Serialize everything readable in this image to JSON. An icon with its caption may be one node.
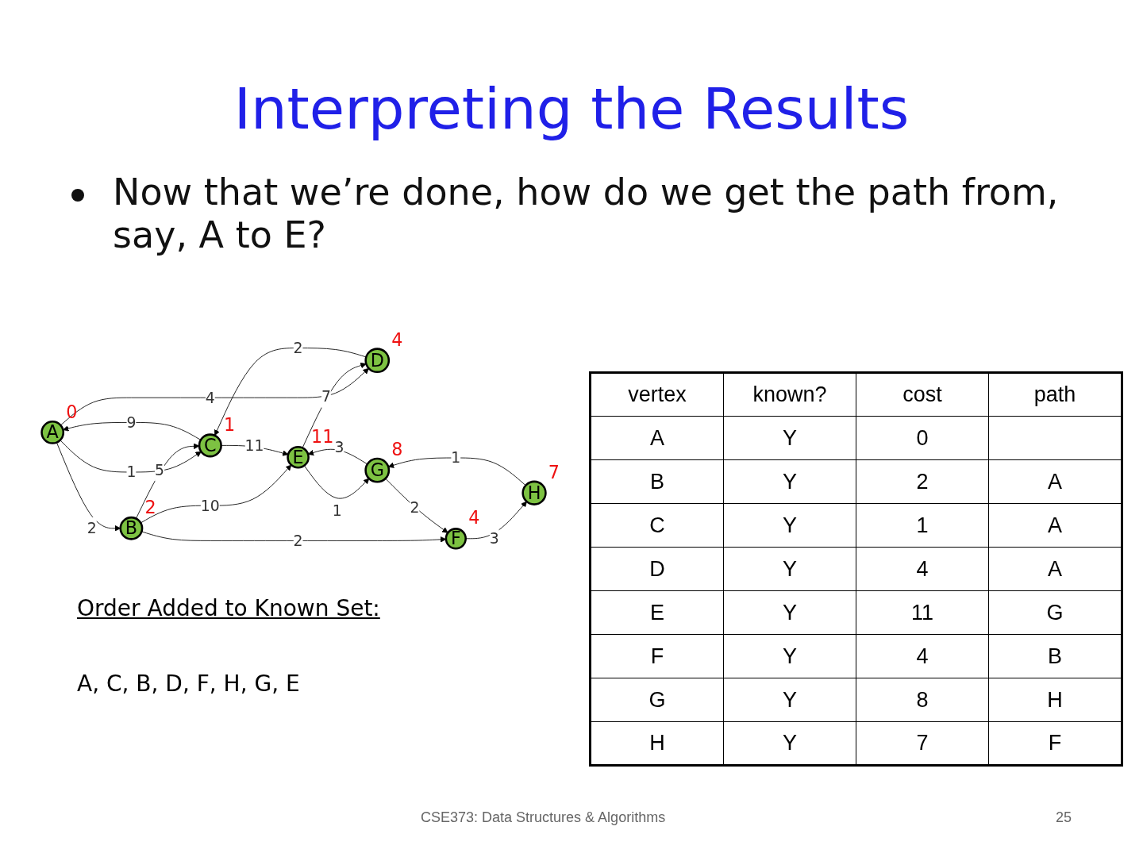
{
  "diagram": {
    "title": "Interpreting the Results",
    "nodes": [
      {
        "text": [
          "A"
        ],
        "beside": [
          "0"
        ]
      },
      {
        "text": [
          "B"
        ],
        "beside": [
          "2"
        ]
      },
      {
        "text": [
          "C"
        ],
        "beside": [
          "1"
        ]
      },
      {
        "text": [
          "D"
        ],
        "beside": [
          "4"
        ]
      },
      {
        "text": [
          "E"
        ],
        "beside": [
          "11"
        ]
      },
      {
        "text": [
          "F"
        ],
        "beside": [
          "4"
        ]
      },
      {
        "text": [
          "G"
        ],
        "beside": [
          "8"
        ]
      },
      {
        "text": [
          "H"
        ],
        "beside": [
          "7"
        ]
      }
    ],
    "edges": [
      {
        "from": 0,
        "to": 1,
        "arrow": "to",
        "label": "2"
      },
      {
        "from": 0,
        "to": 2,
        "arrow": "to",
        "label": "1"
      },
      {
        "from": 0,
        "to": 3,
        "arrow": "to",
        "label": "4"
      },
      {
        "from": 2,
        "to": 0,
        "arrow": "to",
        "label": "9"
      },
      {
        "from": 1,
        "to": 2,
        "arrow": "to",
        "label": "5"
      },
      {
        "from": 1,
        "to": 4,
        "arrow": "to",
        "label": "10"
      },
      {
        "from": 1,
        "to": 5,
        "arrow": "to",
        "label": "2"
      },
      {
        "from": 5,
        "to": 7,
        "arrow": "to",
        "label": "3"
      },
      {
        "from": 7,
        "to": 6,
        "arrow": "to",
        "label": "1"
      },
      {
        "from": 6,
        "to": 5,
        "arrow": "to",
        "label": "2"
      },
      {
        "from": 6,
        "to": 4,
        "arrow": "to",
        "label": "3"
      },
      {
        "from": 4,
        "to": 6,
        "arrow": "to",
        "label": "1"
      },
      {
        "from": 2,
        "to": 4,
        "arrow": "to",
        "label": "11"
      },
      {
        "from": 3,
        "to": 2,
        "arrow": "to",
        "label": "2"
      },
      {
        "from": 4,
        "to": 3,
        "arrow": "to",
        "label": "7"
      }
    ],
    "labels": [
      "Now that we’re done, how do we get the path from, say, A to E?",
      "Order Added to Known Set:",
      "A, C, B, D, F, H, G, E",
      "vertex",
      "known?",
      "cost",
      "path",
      "A",
      "Y",
      "0",
      "B",
      "Y",
      "2",
      "A",
      "C",
      "Y",
      "1",
      "A",
      "D",
      "Y",
      "4",
      "A",
      "E",
      "Y",
      "11",
      "G",
      "F",
      "Y",
      "4",
      "B",
      "G",
      "Y",
      "8",
      "H",
      "H",
      "Y",
      "7",
      "F",
      "CSE373: Data Structures & Algorithms",
      "25"
    ]
  }
}
